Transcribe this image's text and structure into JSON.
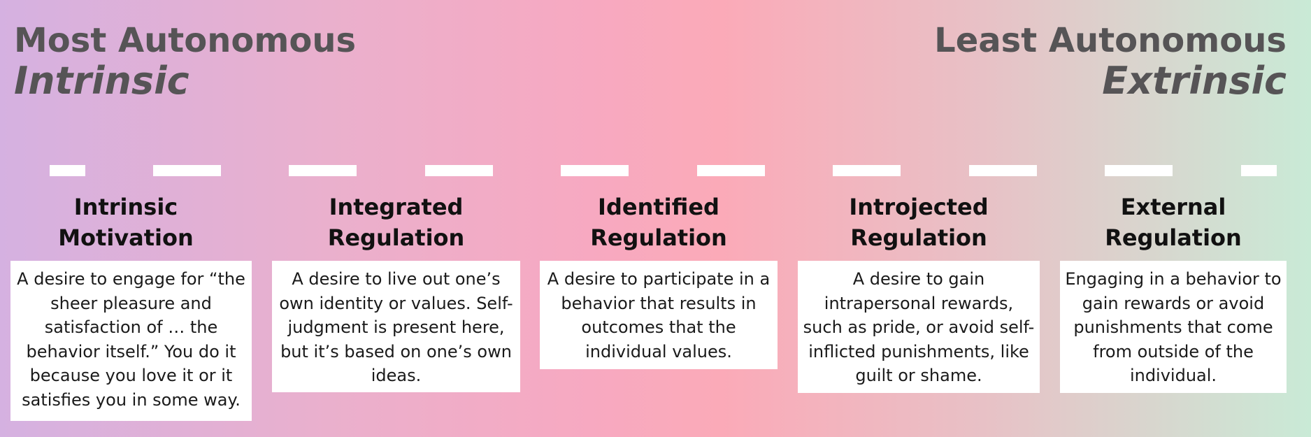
{
  "headings": {
    "left": {
      "line1": "Most Autonomous",
      "line2": "Intrinsic"
    },
    "right": {
      "line1": "Least Autonomous",
      "line2": "Extrinsic"
    }
  },
  "stages": [
    {
      "title_line1": "Intrinsic",
      "title_line2": "Motivation",
      "description": "A desire to engage for “the sheer pleasure and satisfaction of … the behavior itself.” You do it because you love it or it satisfies you in some way."
    },
    {
      "title_line1": "Integrated",
      "title_line2": "Regulation",
      "description": "A desire to live out one’s own identity or values. Self-judgment is present here, but it’s based on one’s own ideas."
    },
    {
      "title_line1": "Identified",
      "title_line2": "Regulation",
      "description": "A desire to participate in a behavior that results in outcomes that the individual values."
    },
    {
      "title_line1": "Introjected",
      "title_line2": "Regulation",
      "description": "A desire to gain intrapersonal rewards, such as pride, or avoid self-inflicted punishments, like guilt or shame."
    },
    {
      "title_line1": "External",
      "title_line2": "Regulation",
      "description": "Engaging in a behavior to gain rewards or avoid punishments that come from outside of the individual."
    }
  ]
}
